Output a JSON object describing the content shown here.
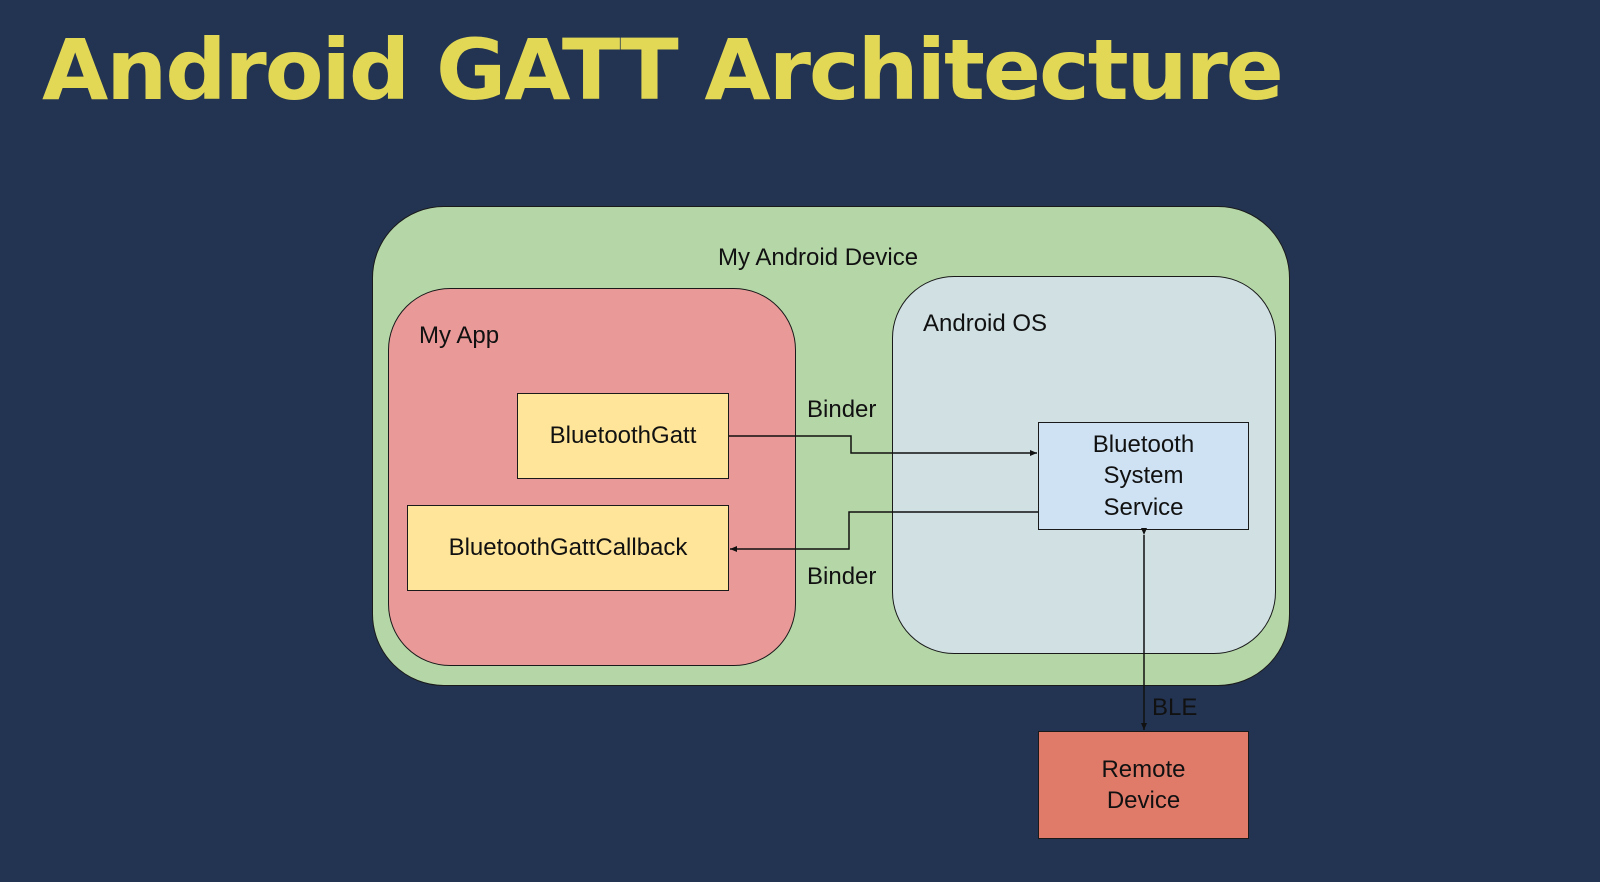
{
  "title": "Android GATT Architecture",
  "diagram": {
    "containers": {
      "device": "My Android Device",
      "app": "My App",
      "os": "Android OS"
    },
    "components": {
      "gatt": "BluetoothGatt",
      "callback": "BluetoothGattCallback",
      "service": "Bluetooth System Service",
      "remote": "Remote Device"
    },
    "edges": [
      {
        "from": "BluetoothGatt",
        "to": "Bluetooth System Service",
        "label": "Binder"
      },
      {
        "from": "Bluetooth System Service",
        "to": "BluetoothGattCallback",
        "label": "Binder"
      },
      {
        "from": "Bluetooth System Service",
        "to": "Remote Device",
        "label": "BLE",
        "bidirectional": true
      }
    ],
    "edge_labels": {
      "binder_top": "Binder",
      "binder_bottom": "Binder",
      "ble": "BLE"
    },
    "colors": {
      "background": "#233452",
      "title": "#e2d856",
      "device": "#b5d7a8",
      "app": "#ea9999",
      "os": "#d0e0e3",
      "component": "#ffe599",
      "service": "#cfe2f3",
      "remote": "#e07b6a"
    }
  }
}
